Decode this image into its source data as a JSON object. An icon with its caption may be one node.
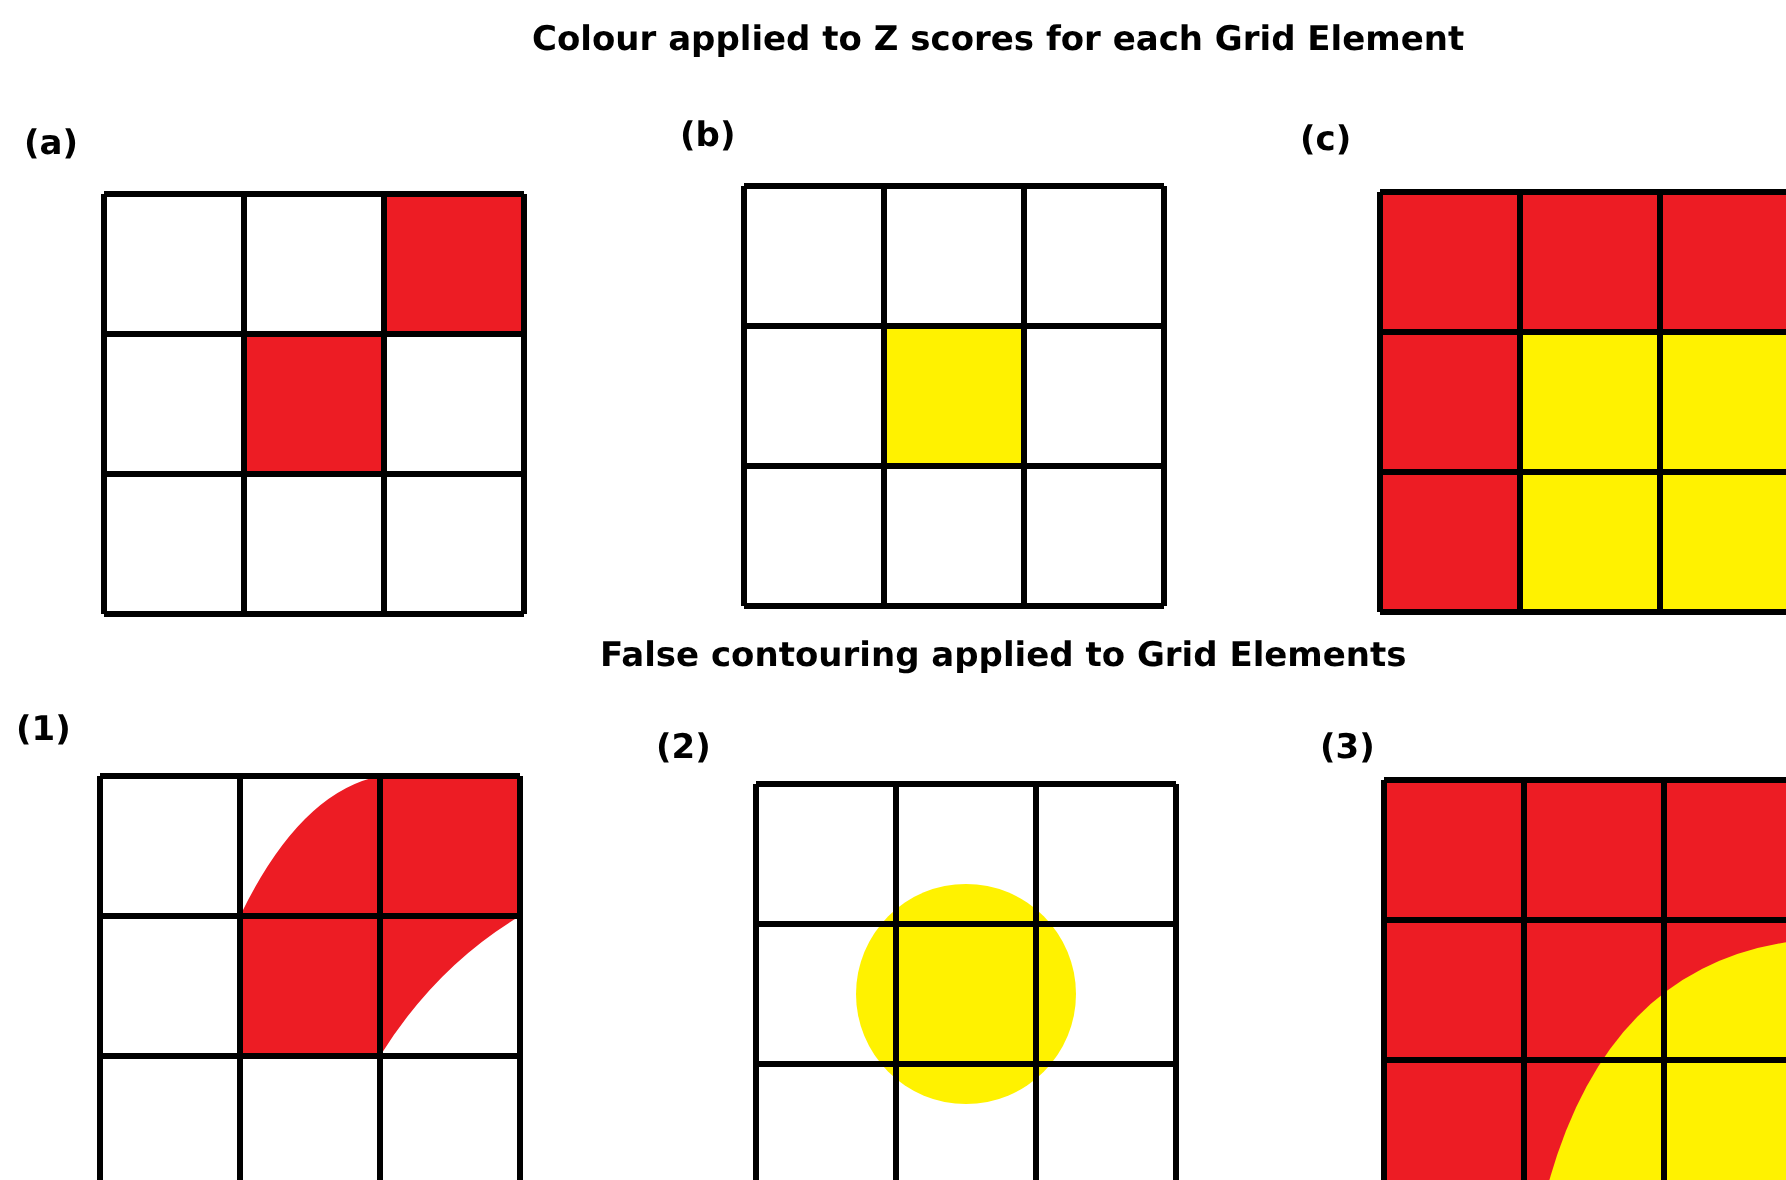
{
  "diagram": {
    "title": "Colour applied to Z scores for each Grid Element",
    "labels": [
      "(a)",
      "(b)",
      "(c)",
      "False contouring applied to Grid Elements",
      "(1)",
      "(2)",
      "(3)"
    ]
  }
}
